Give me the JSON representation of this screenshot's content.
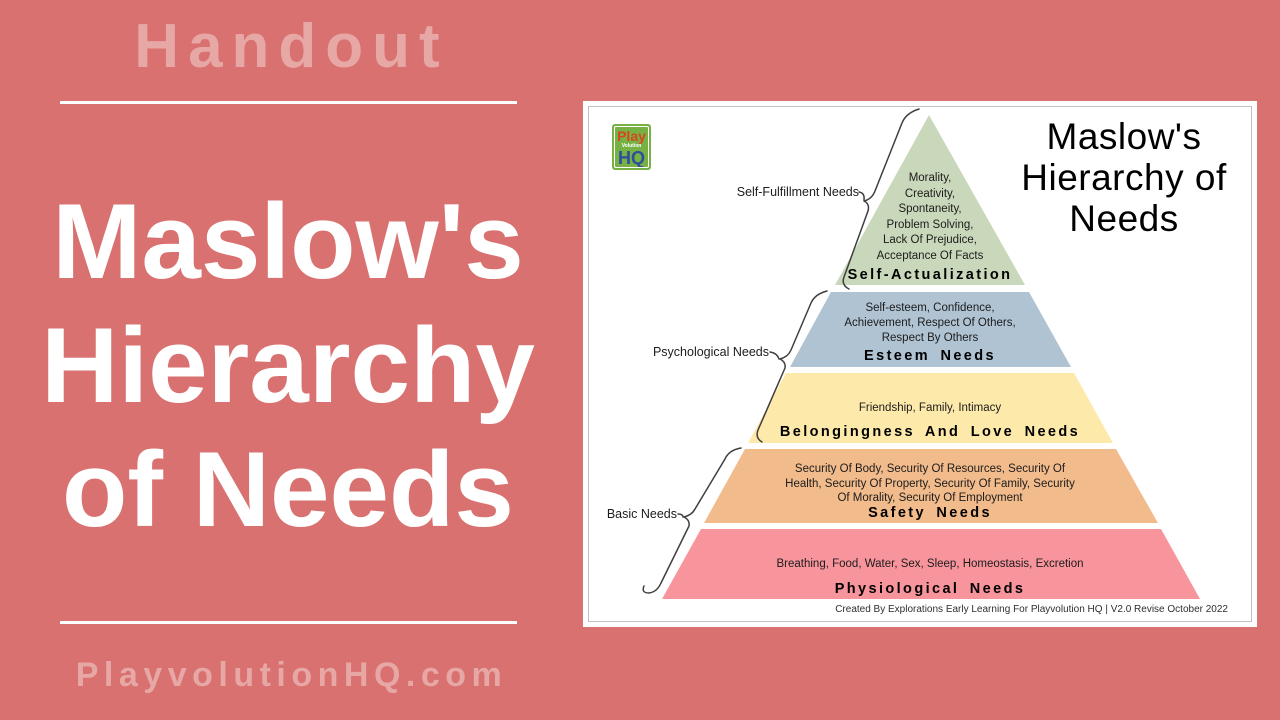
{
  "colors": {
    "background": "#d8716f",
    "card_background": "#ffffff",
    "faded_text": "rgba(255,255,255,0.38)",
    "logo_green": "#77b144",
    "logo_orange": "#d7461f",
    "logo_blue": "#2b4ea0",
    "bracket_stroke": "#3f3f3f"
  },
  "left_panel": {
    "eyebrow": "Handout",
    "title": "Maslow's\nHierarchy\nof Needs",
    "footer": "PlayvolutionHQ.com"
  },
  "card": {
    "logo": {
      "top": "Play",
      "middle": "Volution",
      "bottom": "HQ"
    },
    "title": "Maslow's\nHierarchy of\nNeeds",
    "caption": "Created By Explorations Early Learning For Playvolution HQ | V2.0 Revise October 2022"
  },
  "pyramid": {
    "type": "pyramid-diagram",
    "levels": [
      {
        "name": "Self-Actualization",
        "items": "Morality,\nCreativity,\nSpontaneity,\nProblem Solving,\nLack Of Prejudice,\nAcceptance Of Facts",
        "color": "#c9d8ba"
      },
      {
        "name": "Esteem Needs",
        "items": "Self-esteem, Confidence,\nAchievement, Respect Of Others,\nRespect By Others",
        "color": "#b0c3d3"
      },
      {
        "name": "Belongingness And Love Needs",
        "items": "Friendship, Family, Intimacy",
        "color": "#fdeaaa"
      },
      {
        "name": "Safety Needs",
        "items": "Security Of Body, Security Of Resources, Security Of\nHealth, Security Of Property, Security Of Family, Security\nOf Morality, Security Of Employment",
        "color": "#f2bb8b"
      },
      {
        "name": "Physiological Needs",
        "items": "Breathing, Food, Water, Sex, Sleep, Homeostasis, Excretion",
        "color": "#f8949c"
      }
    ],
    "groups": [
      {
        "label": "Self-Fulfillment Needs"
      },
      {
        "label": "Psychological Needs"
      },
      {
        "label": "Basic Needs"
      }
    ]
  }
}
